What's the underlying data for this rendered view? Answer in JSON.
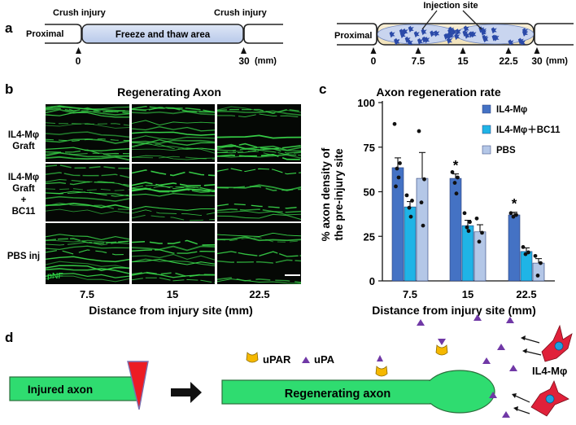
{
  "panel_a": {
    "label": "a",
    "left": {
      "crush_left": "Crush injury",
      "crush_right": "Crush injury",
      "proximal": "Proximal",
      "area": "Freeze and thaw area",
      "tick0": "0",
      "tick30": "30",
      "unit": "(mm)"
    },
    "right": {
      "injection": "Injection site",
      "proximal": "Proximal",
      "ticks": [
        "0",
        "7.5",
        "15",
        "22.5",
        "30"
      ],
      "unit": "(mm)"
    }
  },
  "panel_b": {
    "label": "b",
    "title": "Regenerating Axon",
    "rows": [
      "IL4-Mφ\nGraft",
      "IL4-Mφ\nGraft\n+\nBC11",
      "PBS inj"
    ],
    "row_lines": [
      [
        "IL4-Mφ",
        "Graft"
      ],
      [
        "IL4-Mφ",
        "Graft",
        "+",
        "BC11"
      ],
      [
        "PBS inj"
      ]
    ],
    "cols": [
      "7.5",
      "15",
      "22.5"
    ],
    "stain": "pNF",
    "xlabel": "Distance from injury site (mm)"
  },
  "panel_c": {
    "label": "c",
    "title": "Axon regeneration rate"
  },
  "chart_data": {
    "type": "bar",
    "title": "Axon regeneration rate",
    "xlabel": "Distance from injury site (mm)",
    "ylabel": "% axon density of the pre-injury site",
    "categories": [
      "7.5",
      "15",
      "22.5"
    ],
    "ylim": [
      0,
      100
    ],
    "yticks": [
      0,
      25,
      50,
      75,
      100
    ],
    "legend_position": "top-right",
    "series": [
      {
        "name": "IL4-Mφ",
        "color": "#4472c4",
        "values": [
          63.5,
          57.5,
          37
        ],
        "errors": [
          5.5,
          2.5,
          1.5
        ],
        "points": [
          [
            88,
            66,
            63,
            58,
            53
          ],
          [
            61,
            58,
            55,
            49
          ],
          [
            38,
            37,
            36
          ]
        ]
      },
      {
        "name": "IL4-Mφ＋BC11",
        "color": "#1fb4e6",
        "values": [
          41.5,
          31,
          16.5
        ],
        "errors": [
          3,
          3,
          2
        ],
        "points": [
          [
            48,
            45,
            41,
            36
          ],
          [
            38,
            33,
            30,
            28
          ],
          [
            19,
            16,
            15
          ]
        ]
      },
      {
        "name": "PBS",
        "color": "#b4c7e7",
        "values": [
          57.5,
          27.5,
          10
        ],
        "errors": [
          14.5,
          4,
          2.5
        ],
        "points": [
          [
            84,
            57,
            44,
            31
          ],
          [
            35,
            27,
            22
          ],
          [
            14,
            10,
            3
          ]
        ]
      }
    ],
    "significance": [
      {
        "category": "15",
        "mark": "*"
      },
      {
        "category": "22.5",
        "mark": "*"
      }
    ]
  },
  "panel_d": {
    "label": "d",
    "injured": "Injured axon",
    "regen": "Regenerating axon",
    "upar": "uPAR",
    "upa": "uPA",
    "cell": "IL4-Mφ"
  }
}
